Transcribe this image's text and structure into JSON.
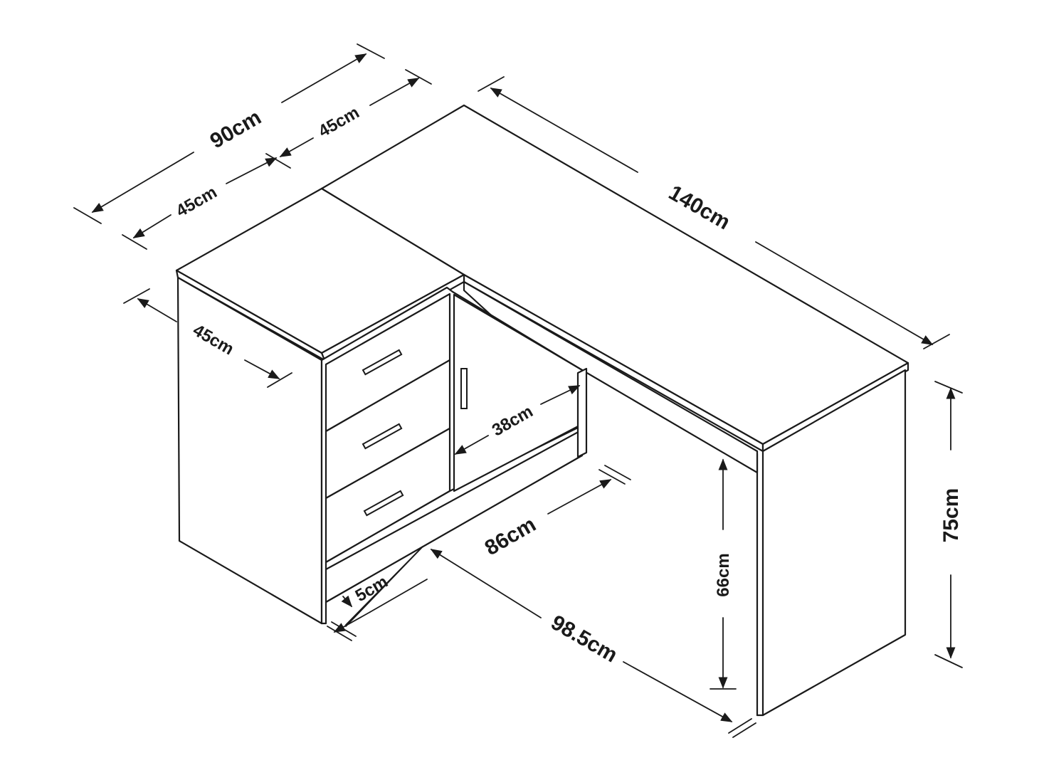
{
  "diagram": {
    "labels": {
      "overall_depth": "90cm",
      "left_depth_a": "45cm",
      "left_depth_b": "45cm",
      "overall_length": "140cm",
      "cabinet_depth": "45cm",
      "inner_depth": "38cm",
      "inner_width": "86cm",
      "plinth": "5cm",
      "base_length": "98.5cm",
      "leg_clearance": "66cm",
      "overall_height": "75cm"
    },
    "colors": {
      "line": "#1a1a1a",
      "background": "#ffffff"
    }
  }
}
